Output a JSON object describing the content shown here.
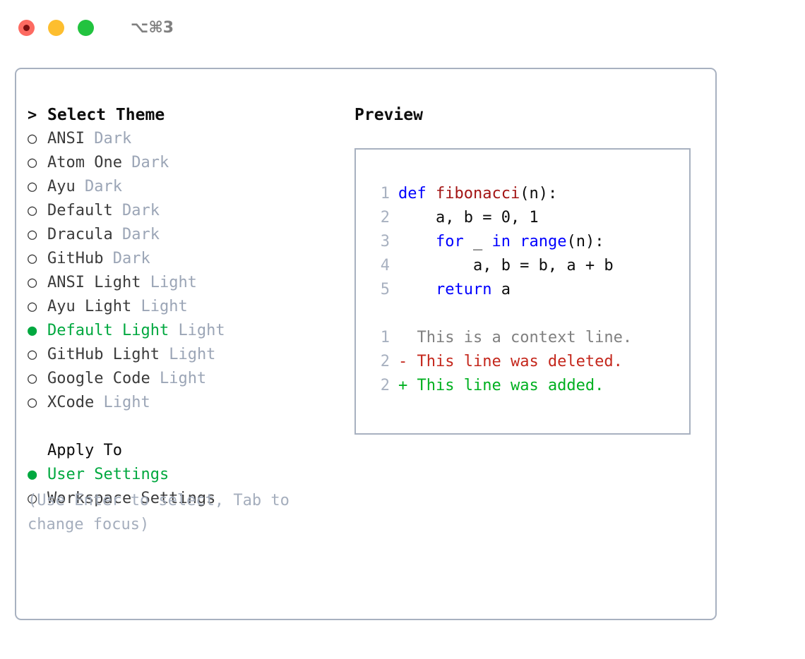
{
  "window": {
    "shortcut": "⌥⌘3",
    "traffic_lights": [
      {
        "name": "close",
        "color": "#fd6a61",
        "has_record_dot": true
      },
      {
        "name": "minimize",
        "color": "#fdbe2f",
        "has_record_dot": false
      },
      {
        "name": "maximize",
        "color": "#22c33f",
        "has_record_dot": false
      }
    ]
  },
  "theme_picker": {
    "header_marker": ">",
    "header": "Select Theme",
    "selected_marker": "●",
    "unselected_marker": "○",
    "items": [
      {
        "marker": "○",
        "name": "ANSI",
        "tag": "Dark",
        "selected": false
      },
      {
        "marker": "○",
        "name": "Atom One",
        "tag": "Dark",
        "selected": false
      },
      {
        "marker": "○",
        "name": "Ayu",
        "tag": "Dark",
        "selected": false
      },
      {
        "marker": "○",
        "name": "Default",
        "tag": "Dark",
        "selected": false
      },
      {
        "marker": "○",
        "name": "Dracula",
        "tag": "Dark",
        "selected": false
      },
      {
        "marker": "○",
        "name": "GitHub",
        "tag": "Dark",
        "selected": false
      },
      {
        "marker": "○",
        "name": "ANSI Light",
        "tag": "Light",
        "selected": false
      },
      {
        "marker": "○",
        "name": "Ayu Light",
        "tag": "Light",
        "selected": false
      },
      {
        "marker": "●",
        "name": "Default Light",
        "tag": "Light",
        "selected": true
      },
      {
        "marker": "○",
        "name": "GitHub Light",
        "tag": "Light",
        "selected": false
      },
      {
        "marker": "○",
        "name": "Google Code",
        "tag": "Light",
        "selected": false
      },
      {
        "marker": "○",
        "name": "XCode",
        "tag": "Light",
        "selected": false
      }
    ]
  },
  "apply_to": {
    "label": "Apply To",
    "options": [
      {
        "marker": "●",
        "label": "User Settings",
        "selected": true
      },
      {
        "marker": "○",
        "label": "Workspace Settings",
        "selected": false
      }
    ]
  },
  "hint": "(Use Enter to select, Tab to change focus)",
  "preview": {
    "title": "Preview",
    "code_lines": [
      {
        "num": "1",
        "tokens": [
          {
            "text": "def ",
            "cls": "tok-kw"
          },
          {
            "text": "fibonacci",
            "cls": "tok-fn"
          },
          {
            "text": "(n):",
            "cls": "tok-plain"
          }
        ]
      },
      {
        "num": "2",
        "tokens": [
          {
            "text": "    a, b = 0, 1",
            "cls": "tok-plain"
          }
        ]
      },
      {
        "num": "3",
        "tokens": [
          {
            "text": "    ",
            "cls": "tok-plain"
          },
          {
            "text": "for",
            "cls": "tok-kw"
          },
          {
            "text": " _ ",
            "cls": "tok-plain"
          },
          {
            "text": "in",
            "cls": "tok-kw"
          },
          {
            "text": " ",
            "cls": "tok-plain"
          },
          {
            "text": "range",
            "cls": "tok-kw"
          },
          {
            "text": "(n):",
            "cls": "tok-plain"
          }
        ]
      },
      {
        "num": "4",
        "tokens": [
          {
            "text": "        a, b = b, a + b",
            "cls": "tok-plain"
          }
        ]
      },
      {
        "num": "5",
        "tokens": [
          {
            "text": "    ",
            "cls": "tok-plain"
          },
          {
            "text": "return",
            "cls": "tok-kw"
          },
          {
            "text": " a",
            "cls": "tok-plain"
          }
        ]
      }
    ],
    "diff_lines": [
      {
        "num": "1",
        "sign": " ",
        "text": "This is a context line.",
        "cls": "diff-ctx"
      },
      {
        "num": "2",
        "sign": "-",
        "text": "This line was deleted.",
        "cls": "diff-del"
      },
      {
        "num": "2",
        "sign": "+",
        "text": "This line was added.",
        "cls": "diff-add"
      }
    ]
  },
  "colors": {
    "accent_green": "#00a83f",
    "muted_tag": "#9ba5b6",
    "border": "#a8b1c0",
    "keyword_blue": "#0000ff",
    "function_red": "#a31515",
    "diff_deleted": "#c4271c",
    "diff_added": "#00b020",
    "hint_gray": "#a5aebd"
  }
}
